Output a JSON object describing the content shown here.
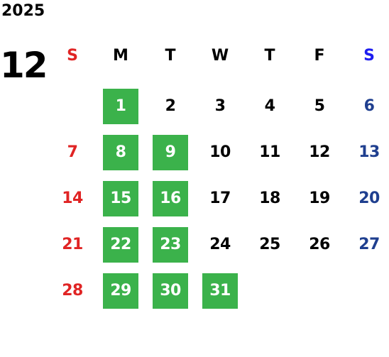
{
  "calendar": {
    "year": "2025",
    "month": "12",
    "weekdays": [
      {
        "label": "S",
        "color": "#e02424"
      },
      {
        "label": "M",
        "color": "#000000"
      },
      {
        "label": "T",
        "color": "#000000"
      },
      {
        "label": "W",
        "color": "#000000"
      },
      {
        "label": "T",
        "color": "#000000"
      },
      {
        "label": "F",
        "color": "#000000"
      },
      {
        "label": "S",
        "color": "#1d1df0"
      }
    ],
    "day_colors": {
      "sunday": "#e02424",
      "weekday": "#000000",
      "saturday": "#1f3f8f",
      "highlight_text": "#ffffff",
      "highlight_background": "#3bb24b"
    },
    "first_weekday_index": 1,
    "days": [
      {
        "num": "1",
        "highlight": true
      },
      {
        "num": "2",
        "highlight": false
      },
      {
        "num": "3",
        "highlight": false
      },
      {
        "num": "4",
        "highlight": false
      },
      {
        "num": "5",
        "highlight": false
      },
      {
        "num": "6",
        "highlight": false
      },
      {
        "num": "7",
        "highlight": false
      },
      {
        "num": "8",
        "highlight": true
      },
      {
        "num": "9",
        "highlight": true
      },
      {
        "num": "10",
        "highlight": false
      },
      {
        "num": "11",
        "highlight": false
      },
      {
        "num": "12",
        "highlight": false
      },
      {
        "num": "13",
        "highlight": false
      },
      {
        "num": "14",
        "highlight": false
      },
      {
        "num": "15",
        "highlight": true
      },
      {
        "num": "16",
        "highlight": true
      },
      {
        "num": "17",
        "highlight": false
      },
      {
        "num": "18",
        "highlight": false
      },
      {
        "num": "19",
        "highlight": false
      },
      {
        "num": "20",
        "highlight": false
      },
      {
        "num": "21",
        "highlight": false
      },
      {
        "num": "22",
        "highlight": true
      },
      {
        "num": "23",
        "highlight": true
      },
      {
        "num": "24",
        "highlight": false
      },
      {
        "num": "25",
        "highlight": false
      },
      {
        "num": "26",
        "highlight": false
      },
      {
        "num": "27",
        "highlight": false
      },
      {
        "num": "28",
        "highlight": false
      },
      {
        "num": "29",
        "highlight": true
      },
      {
        "num": "30",
        "highlight": true
      },
      {
        "num": "31",
        "highlight": true
      }
    ]
  }
}
